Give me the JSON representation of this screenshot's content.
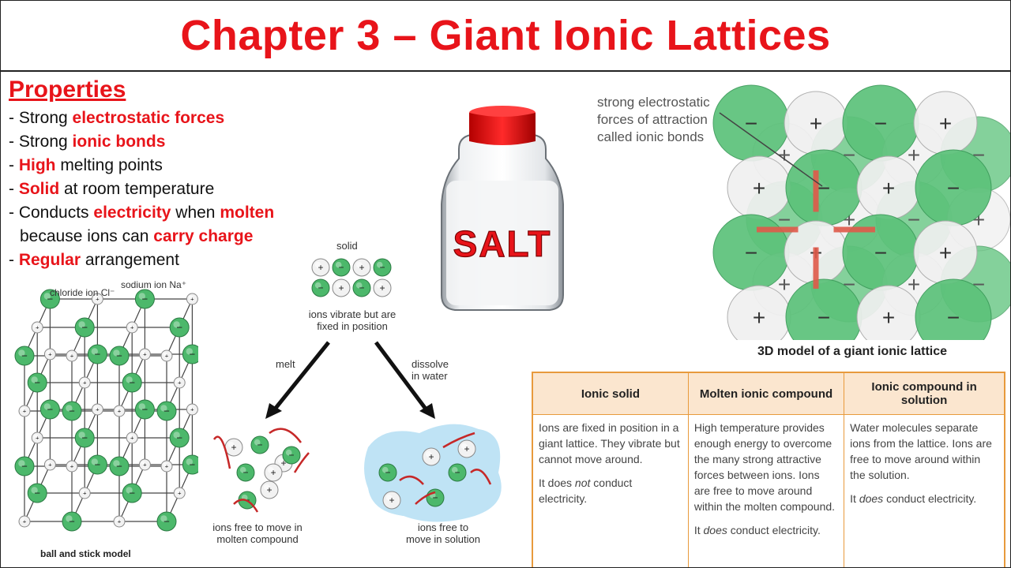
{
  "title": "Chapter 3 – Giant Ionic Lattices",
  "properties": {
    "heading": "Properties",
    "items": [
      {
        "parts": [
          {
            "t": "- Strong ",
            "h": false
          },
          {
            "t": "electrostatic forces",
            "h": true
          }
        ]
      },
      {
        "parts": [
          {
            "t": "- Strong ",
            "h": false
          },
          {
            "t": "ionic bonds",
            "h": true
          }
        ]
      },
      {
        "parts": [
          {
            "t": "- ",
            "h": false
          },
          {
            "t": "High",
            "h": true
          },
          {
            "t": " melting points",
            "h": false
          }
        ]
      },
      {
        "parts": [
          {
            "t": "- ",
            "h": false
          },
          {
            "t": "Solid",
            "h": true
          },
          {
            "t": " at room temperature",
            "h": false
          }
        ]
      },
      {
        "parts": [
          {
            "t": "- Conducts ",
            "h": false
          },
          {
            "t": "electricity",
            "h": true
          },
          {
            "t": " when ",
            "h": false
          },
          {
            "t": "molten",
            "h": true
          }
        ]
      },
      {
        "indent": true,
        "parts": [
          {
            "t": "because ions can ",
            "h": false
          },
          {
            "t": "carry charge",
            "h": true
          }
        ]
      },
      {
        "parts": [
          {
            "t": "- ",
            "h": false
          },
          {
            "t": "Regular",
            "h": true
          },
          {
            "t": " arrangement",
            "h": false
          }
        ]
      }
    ]
  },
  "salt_label": "SALT",
  "ball_stick": {
    "chloride_label": "chloride ion Cl⁻",
    "sodium_label": "sodium ion Na⁺",
    "caption": "ball and stick model"
  },
  "states": {
    "solid_label": "solid",
    "solid_caption_1": "ions vibrate but are",
    "solid_caption_2": "fixed in position",
    "melt_label": "melt",
    "dissolve_label_1": "dissolve",
    "dissolve_label_2": "in water",
    "molten_caption_1": "ions free to move in",
    "molten_caption_2": "molten compound",
    "solution_caption_1": "ions free to",
    "solution_caption_2": "move in solution"
  },
  "lattice3d": {
    "label_1": "strong electrostatic",
    "label_2": "forces of attraction",
    "label_3": "called ionic bonds",
    "caption": "3D model of a giant ionic lattice"
  },
  "table": {
    "headers": [
      "Ionic solid",
      "Molten ionic compound",
      "Ionic compound in solution"
    ],
    "col1_p1": "Ions are fixed in position in a giant lattice. They vibrate but cannot move around.",
    "col1_p2_a": "It does ",
    "col1_p2_em": "not",
    "col1_p2_b": " conduct electricity.",
    "col2_p1": "High temperature provides enough energy to overcome the many strong attractive forces between ions. Ions are free to move around within the molten compound.",
    "col2_p2_a": "It ",
    "col2_p2_em": "does",
    "col2_p2_b": " conduct electricity.",
    "col3_p1": "Water molecules separate ions from the lattice. Ions are free to move around within the solution.",
    "col3_p2_a": "It ",
    "col3_p2_em": "does",
    "col3_p2_b": " conduct electricity."
  },
  "colors": {
    "accent": "#e8141a",
    "green": "#3fae5e",
    "table_border": "#e89a3c",
    "table_header": "#fbe6cf"
  }
}
